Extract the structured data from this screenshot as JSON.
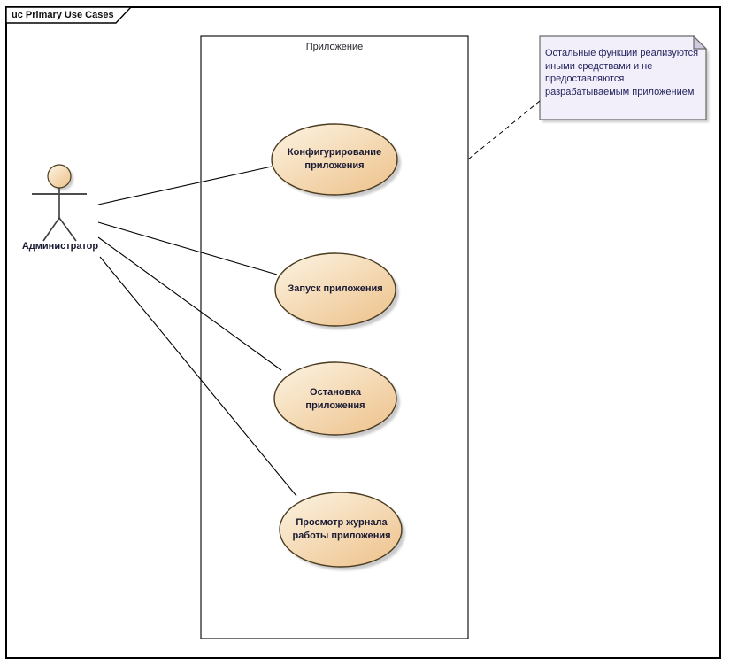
{
  "frame": {
    "title": "uc Primary Use Cases"
  },
  "boundary": {
    "title": "Приложение"
  },
  "actor": {
    "name": "Администратор"
  },
  "use_cases": [
    {
      "label": "Конфигурирование приложения"
    },
    {
      "label": "Запуск приложения"
    },
    {
      "label": "Остановка приложения"
    },
    {
      "label": "Просмотр журнала работы приложения"
    }
  ],
  "note": {
    "text": "Остальные функции реализуются иными средствами и не предоставляются разрабатываемым приложением"
  },
  "colors": {
    "line": "#000000",
    "uc_fill_light": "#FCF4E3",
    "uc_fill_dark": "#EEC38D",
    "uc_border": "#4A3B20",
    "note_fill": "#F2EFFA",
    "note_border": "#6A6A6A",
    "note_fold": "#CFCADF",
    "note_text": "#23235E",
    "text_dark": "#1A1A33",
    "shadow": "#9F9F9F"
  }
}
